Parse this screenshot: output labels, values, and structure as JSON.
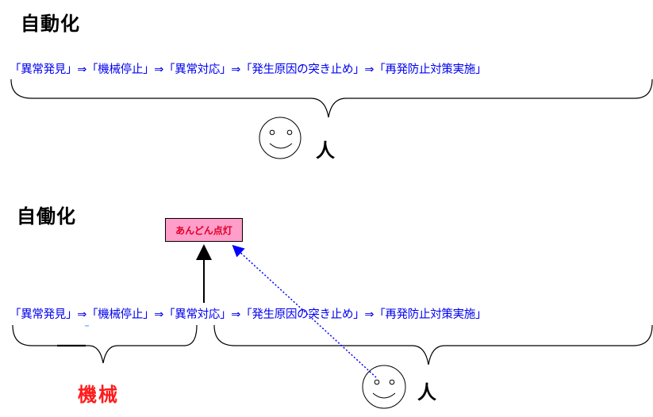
{
  "section1": {
    "title": "自動化",
    "flow": "「異常発見」⇒「機械停止」⇒「異常対応」⇒「発生原因の突き止め」⇒「再発防止対策実施」",
    "person_label": "人"
  },
  "section2": {
    "title": "自働化",
    "andon_label": "あんどん点灯",
    "flow": "「異常発見」⇒「機械停止」⇒「異常対応」⇒「発生原因の突き止め」⇒「再発防止対策実施」",
    "machine_label": "機械",
    "person_label": "人"
  },
  "colors": {
    "flow_text": "#0000ee",
    "machine_label": "#ff1a1a",
    "andon_fill": "#ff9ec8",
    "andon_text": "#e0002a",
    "dotted_arrow": "#0000ff"
  }
}
